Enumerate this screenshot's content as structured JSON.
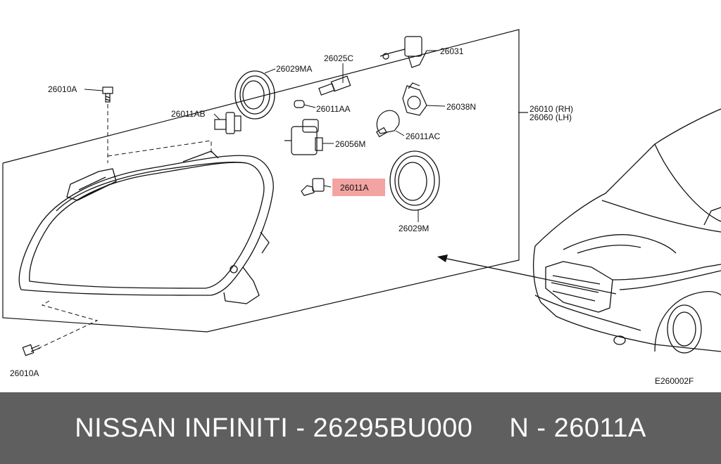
{
  "diagram": {
    "labels": {
      "a26010A_top": "26010A",
      "a26010A_bottom": "26010A",
      "a26011AB": "26011AB",
      "a26029MA": "26029MA",
      "a26025C": "26025C",
      "a26031": "26031",
      "a26011AA": "26011AA",
      "a26038N": "26038N",
      "a26011AC": "26011AC",
      "a26056M": "26056M",
      "a26011A": "26011A",
      "a26029M": "26029M",
      "a26010RH": "26010 (RH)",
      "a26060LH": "26060 (LH)",
      "code": "E260002F"
    },
    "highlight_color": "#f4a3a3"
  },
  "footer": {
    "left": "NISSAN INFINITI - 26295BU000",
    "right": "N - 26011A",
    "background": "#5f5f5f"
  }
}
